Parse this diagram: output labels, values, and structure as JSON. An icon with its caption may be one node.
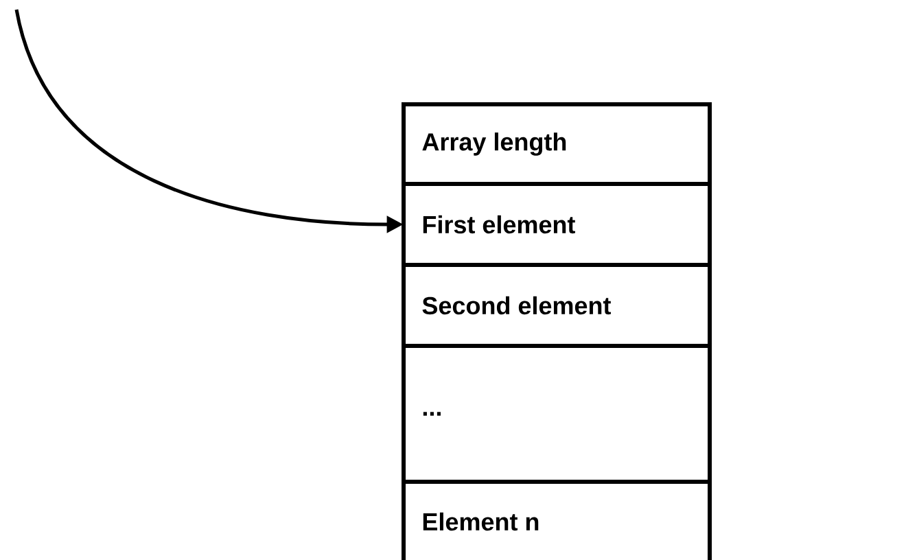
{
  "diagram": {
    "nodes": [
      {
        "text": [
          "Array length"
        ]
      },
      {
        "text": [
          "First element"
        ]
      },
      {
        "text": [
          "Second element"
        ]
      },
      {
        "text": [
          "..."
        ]
      },
      {
        "text": [
          "Element n"
        ]
      }
    ],
    "edges": [
      {
        "from": null,
        "to": 1,
        "arrow": "to"
      }
    ]
  }
}
